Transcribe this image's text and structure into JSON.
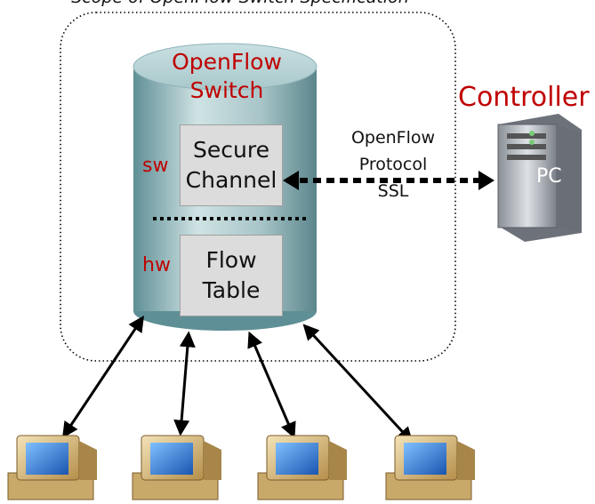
{
  "diagram": {
    "scope_title": "Scope of OpenFlow Switch Specification",
    "switch": {
      "title_line1": "OpenFlow",
      "title_line2": "Switch",
      "sw_label": "sw",
      "hw_label": "hw",
      "secure_channel_line1": "Secure",
      "secure_channel_line2": "Channel",
      "flow_table_line1": "Flow",
      "flow_table_line2": "Table"
    },
    "protocol": {
      "line1": "OpenFlow",
      "line2": "Protocol",
      "line3": "SSL"
    },
    "controller": {
      "title": "Controller",
      "pc_label": "PC"
    },
    "hosts": [
      {
        "icon": "desktop-computer-icon"
      },
      {
        "icon": "desktop-computer-icon"
      },
      {
        "icon": "desktop-computer-icon"
      },
      {
        "icon": "desktop-computer-icon"
      }
    ],
    "colors": {
      "accent_red": "#c00000",
      "cylinder": "#8fb3b8",
      "box_fill": "#dcdcdc",
      "screen_blue": "#3a7fd0"
    }
  }
}
